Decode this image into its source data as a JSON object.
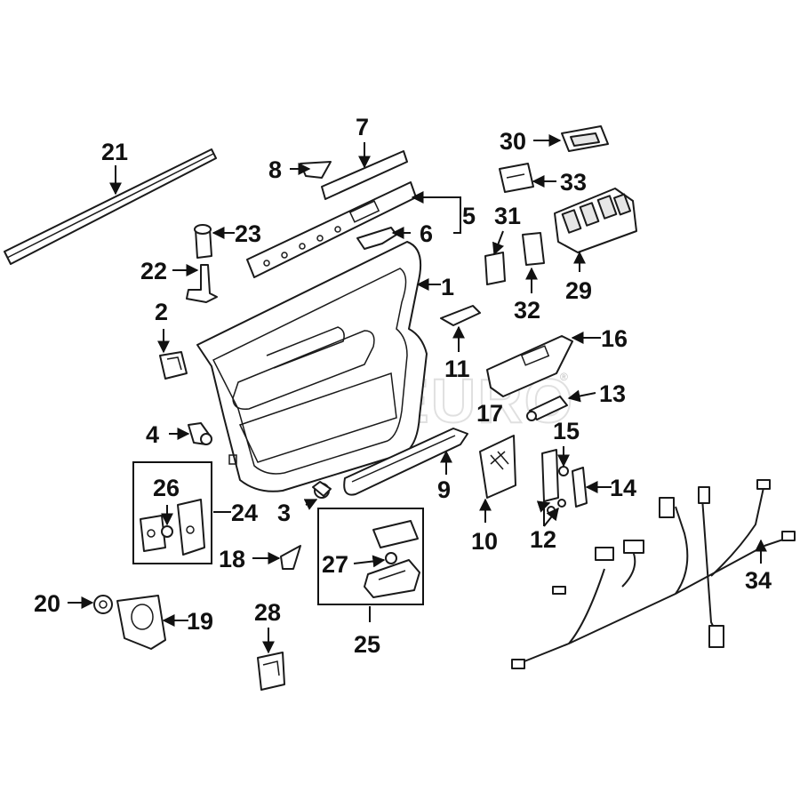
{
  "diagram": {
    "watermark": "FCPEURO",
    "watermark_mark": "®",
    "callouts": [
      "1",
      "2",
      "3",
      "4",
      "5",
      "6",
      "7",
      "8",
      "9",
      "10",
      "11",
      "12",
      "13",
      "14",
      "15",
      "16",
      "17",
      "18",
      "19",
      "20",
      "21",
      "22",
      "23",
      "24",
      "25",
      "26",
      "27",
      "28",
      "29",
      "30",
      "31",
      "32",
      "33",
      "34"
    ]
  }
}
